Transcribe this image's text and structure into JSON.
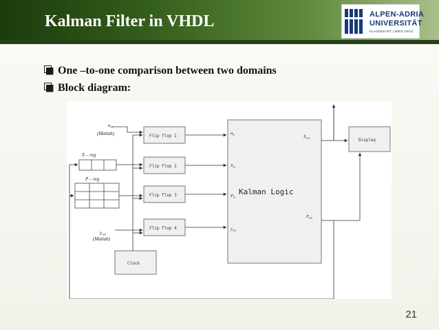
{
  "slide": {
    "title": "Kalman Filter in VHDL",
    "logo": {
      "line1": "ALPEN-ADRIA",
      "line2": "UNIVERSITÄT",
      "subline": "KLAGENFURT | WIEN GRAZ"
    },
    "bullets": [
      "One –to-one comparison between two domains",
      "Block diagram:"
    ],
    "page_number": "21",
    "colors": {
      "header_dark": "#1c3b0d",
      "logo_blue": "#153b7a",
      "bullet_icon": "#1a1a1a"
    }
  },
  "diagram": {
    "inputs": {
      "u_in": "u",
      "u_in_sub": "in",
      "u_src": "(Matlab)",
      "x_reg": "X – reg",
      "p_reg": "P – reg",
      "y_out": "y",
      "y_out_sub": "out",
      "y_src": "(Matlab)"
    },
    "flipflops": [
      "Flip flop 1",
      "Flip flop 2",
      "Flip flop 3",
      "Flip flop 4"
    ],
    "clock": "Clock",
    "kalman": {
      "name": "Kalman Logic",
      "in_u": "u",
      "in_u_sub": "in",
      "in_x": "X",
      "in_x_sub": "in",
      "in_p": "P",
      "in_p_sub": "in",
      "in_y": "y",
      "in_y_sub": "out",
      "out_x": "X",
      "out_x_sub": "out",
      "out_p": "P",
      "out_p_sub": "out"
    },
    "display": "Display"
  }
}
